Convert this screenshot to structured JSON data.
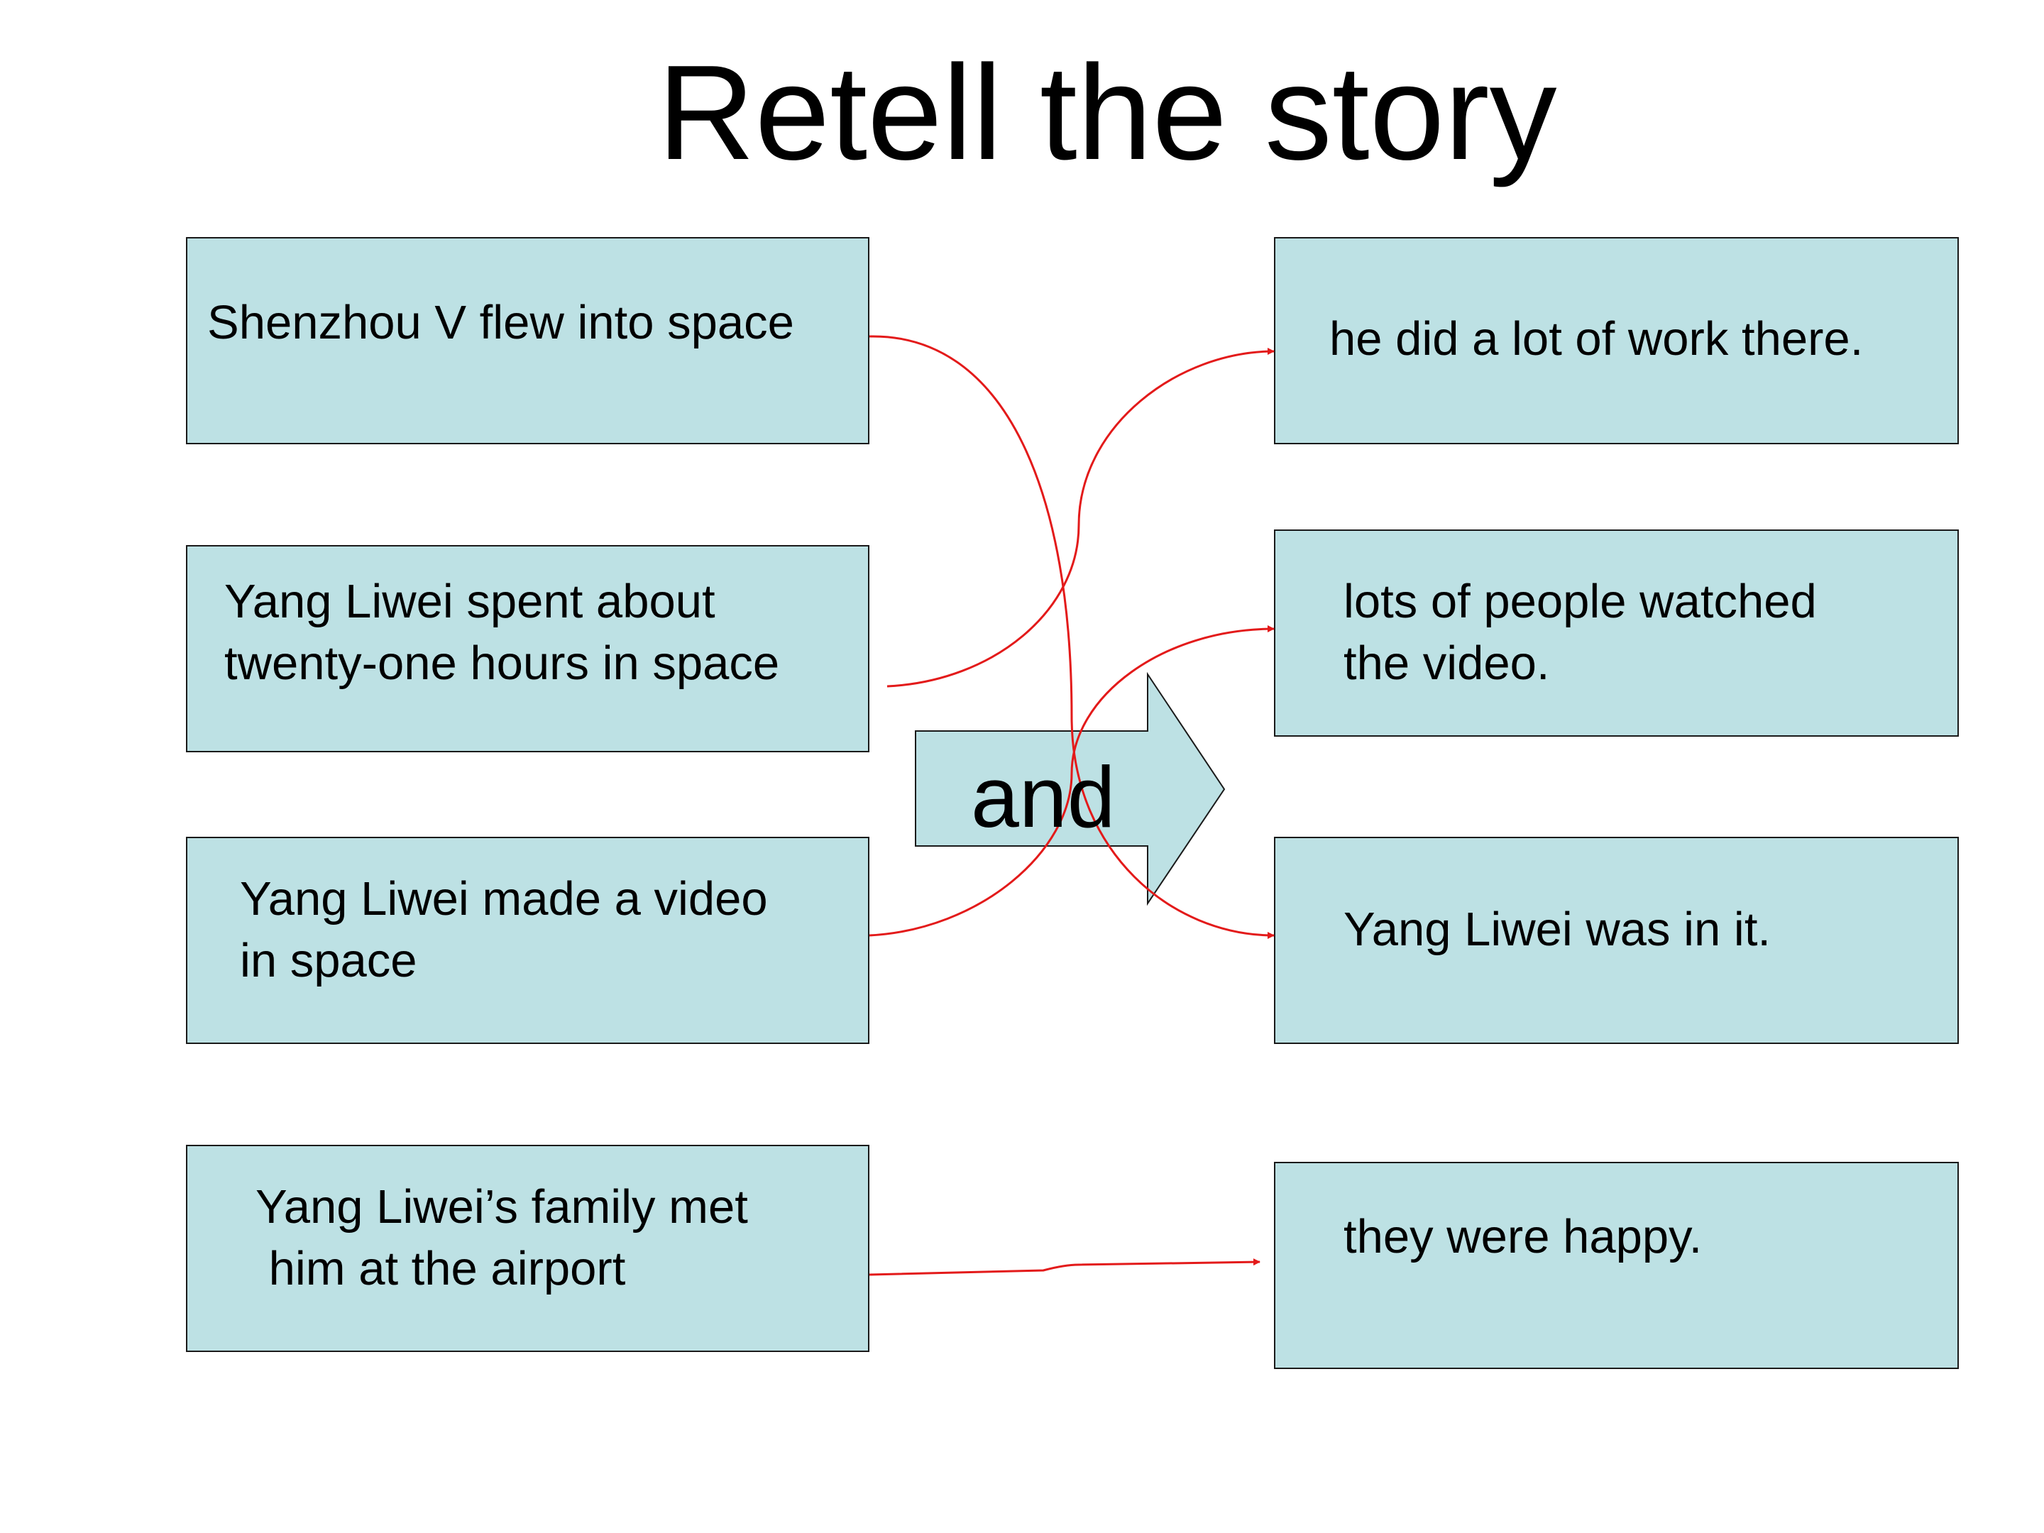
{
  "slide": {
    "title": "Retell the story",
    "connector_word": "and",
    "left_boxes": [
      {
        "text": "Shenzhou V flew into space"
      },
      {
        "text": "Yang Liwei spent about\ntwenty-one hours in space"
      },
      {
        "text": "Yang Liwei made a video\nin space"
      },
      {
        "text": "Yang Liwei’s family met\n him at the airport"
      }
    ],
    "right_boxes": [
      {
        "text": "he did a lot of work there."
      },
      {
        "text": "lots of people watched\nthe video."
      },
      {
        "text": "Yang Liwei was in it."
      },
      {
        "text": "they were happy."
      }
    ],
    "matches": [
      {
        "from": 1,
        "to": 3
      },
      {
        "from": 2,
        "to": 1
      },
      {
        "from": 3,
        "to": 2
      },
      {
        "from": 4,
        "to": 4
      }
    ]
  },
  "colors": {
    "box_fill": "#bde1e4",
    "box_border": "#1a1a1a",
    "match_line": "#e31a1a",
    "background": "#ffffff"
  }
}
